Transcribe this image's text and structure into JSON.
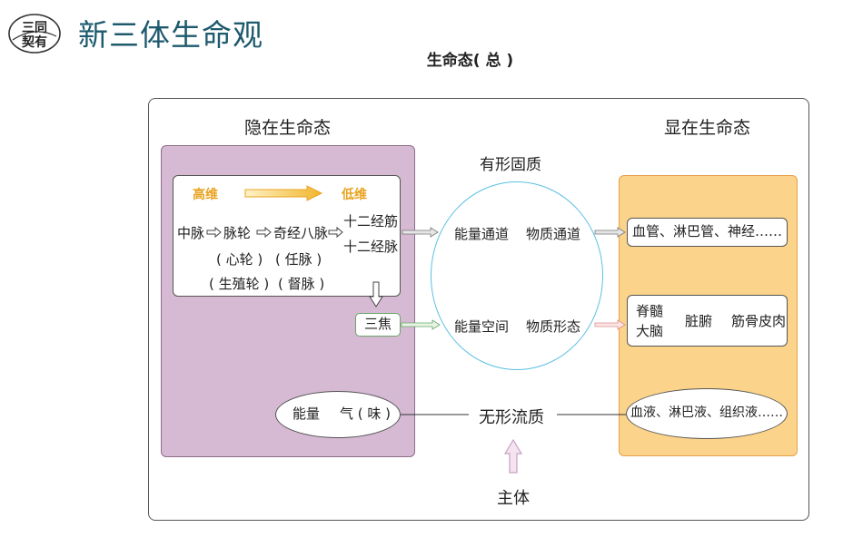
{
  "header": {
    "logo_line1": "三同",
    "logo_line2": "契有",
    "title": "新三体生命观",
    "subtitle": "生命态( 总 )"
  },
  "hidden_state": {
    "title": "隐在生命态",
    "high_dim": "高维",
    "low_dim": "低维",
    "chain": [
      "中脉",
      "脉轮",
      "奇经八脉"
    ],
    "meridians": [
      "十二经筋",
      "十二经脉"
    ],
    "heart_chakra": "( 心轮 )",
    "ren_mai": "( 任脉 )",
    "sacral_chakra": "( 生殖轮 )",
    "du_mai": "( 督脉 )",
    "sanjiao": "三焦",
    "energy_qi": "能量",
    "qi": "气 ( 味 )"
  },
  "center": {
    "tangible_solid": "有形固质",
    "energy_channel": "能量通道",
    "matter_channel": "物质通道",
    "energy_space": "能量空间",
    "matter_form": "物质形态",
    "intangible_fluid": "无形流质",
    "subject": "主体"
  },
  "visible_state": {
    "title": "显在生命态",
    "vessels": "血管、淋巴管、神经……",
    "spine": "脊髓",
    "brain": "大脑",
    "organs": "脏腑",
    "tissues": "筋骨皮肉",
    "fluids": "血液、淋巴液、组织液……"
  },
  "colors": {
    "title_teal": "#1e5a6e",
    "hidden_panel": "#d6b9d3",
    "visible_panel": "#fbd38a",
    "accent_orange": "#e8a320",
    "circle_blue": "#5bbfe3",
    "up_arrow": "#c8a0c0"
  }
}
